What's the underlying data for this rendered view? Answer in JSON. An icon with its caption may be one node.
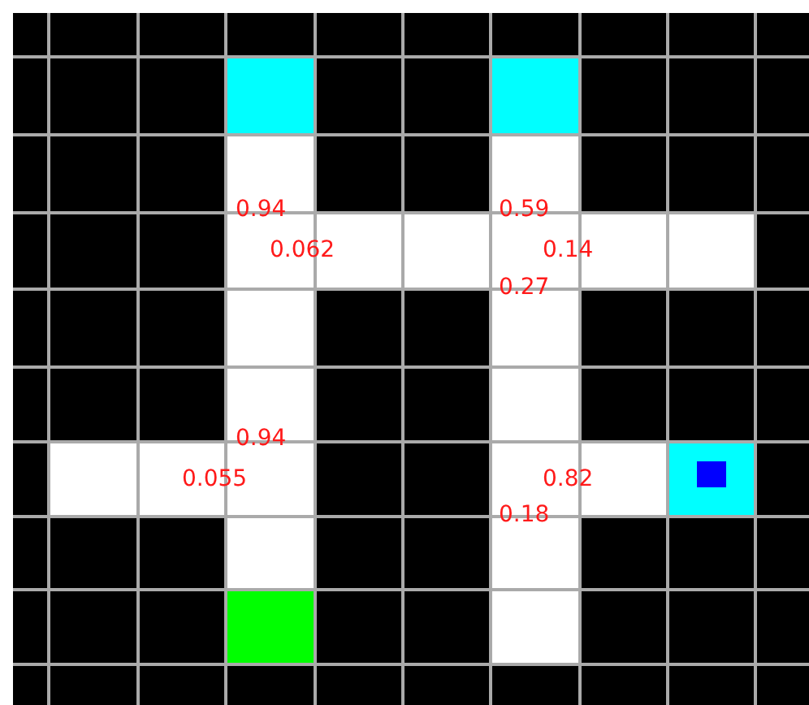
{
  "diagram": {
    "labels": [
      "0.94",
      "0.062",
      "0.59",
      "0.14",
      "0.27",
      "0.94",
      "0.055",
      "0.82",
      "0.18"
    ]
  }
}
